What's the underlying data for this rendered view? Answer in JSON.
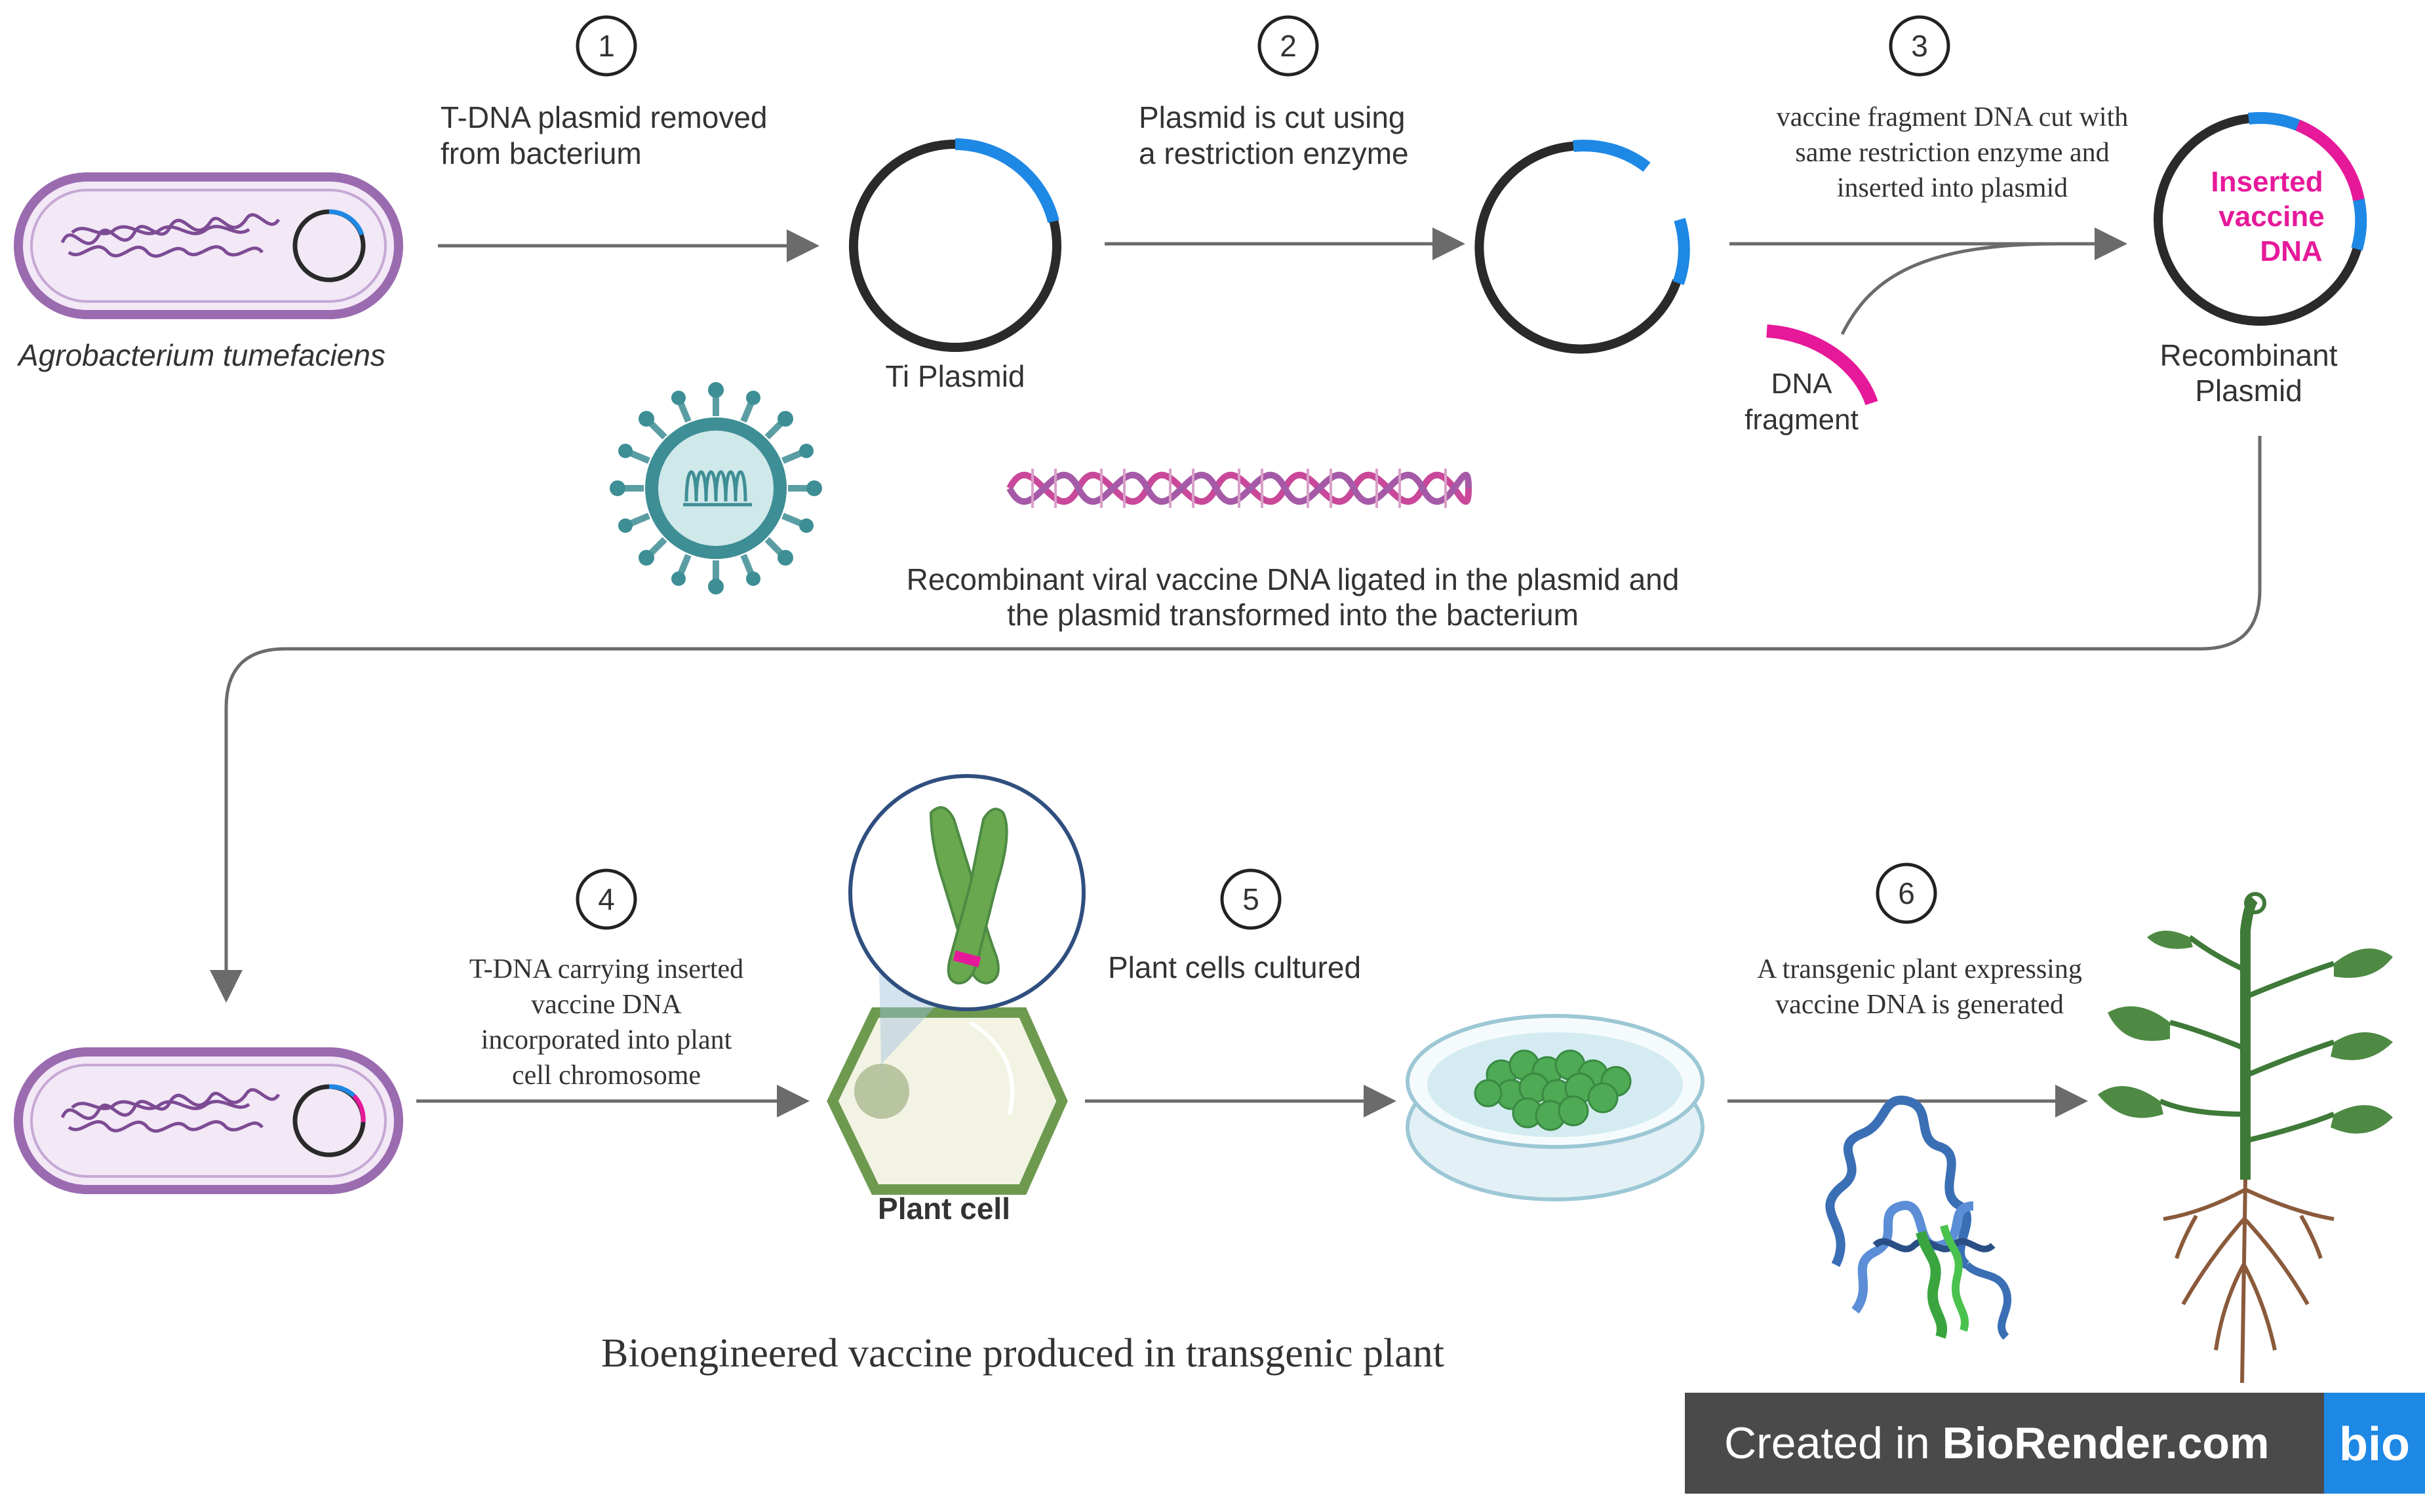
{
  "steps": [
    {
      "number": "1",
      "text": [
        "T-DNA plasmid removed",
        "from bacterium"
      ]
    },
    {
      "number": "2",
      "text": [
        "Plasmid is cut using",
        "a restriction enzyme"
      ]
    },
    {
      "number": "3",
      "text": [
        "vaccine fragment DNA cut with",
        "same restriction enzyme and",
        "inserted into plasmid"
      ]
    },
    {
      "number": "4",
      "text": [
        "T-DNA carrying  inserted",
        "vaccine DNA",
        "incorporated into  plant",
        "cell chromosome"
      ]
    },
    {
      "number": "5",
      "text": [
        "Plant cells cultured"
      ]
    },
    {
      "number": "6",
      "text": [
        "A transgenic plant expressing",
        "vaccine DNA is generated"
      ]
    }
  ],
  "labels": {
    "bacterium": "Agrobacterium tumefaciens",
    "ti_plasmid": "Ti Plasmid",
    "dna_fragment": [
      "DNA",
      "fragment"
    ],
    "recombinant_plasmid": [
      "Recombinant",
      "Plasmid"
    ],
    "inserted_vaccine_dna": [
      "Inserted",
      "vaccine",
      "DNA"
    ],
    "ligation_note": [
      "Recombinant viral vaccine DNA ligated in  the plasmid and",
      "the plasmid transformed into the bacterium"
    ],
    "plant_cell": "Plant cell",
    "caption": "Bioengineered vaccine produced in transgenic plant"
  },
  "watermark": {
    "text_prefix": "Created in ",
    "text_brand": "BioRender.com",
    "logo": "bio"
  },
  "colors": {
    "plasmid_blue": "#1E88E5",
    "insert_magenta": "#E6199A",
    "bacterium_purple": "#9B6BB0",
    "arrow_gray": "#6b6b6b",
    "plant_green": "#4E8A44",
    "virus_teal": "#3E8E95",
    "watermark_bg": "#4a4a4a",
    "watermark_logo_bg": "#1E88E5"
  }
}
